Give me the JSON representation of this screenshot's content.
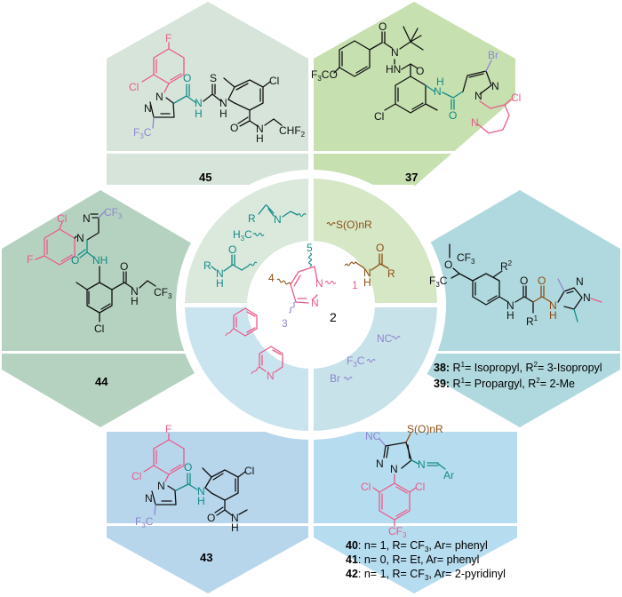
{
  "colors": {
    "hex_45": "#d6e4da",
    "hex_37": "#c6e0b0",
    "hex_44": "#b5d2c0",
    "hex_38": "#b0d9df",
    "hex_43": "#b7d6ec",
    "hex_40": "#b6dcef",
    "sector_top_left": "#dbe9dd",
    "sector_top_right": "#d6e7c6",
    "sector_bottom_left": "#c9e4ef",
    "sector_bottom_right": "#c8e2ea",
    "pink": "#ea5a89",
    "teal": "#138a87",
    "brown": "#8a4d12",
    "violet": "#8e86cf",
    "black": "#111111"
  },
  "compounds": {
    "c45": {
      "id": "45",
      "atoms": {
        "F": "F",
        "Cl_ring": "Cl",
        "N1": "N",
        "N2": "N",
        "CF3": "F",
        "CF3_sub": "3",
        "CF3_C": "C",
        "O": "O",
        "NH1": "N",
        "H1": "H",
        "S": "S",
        "NH2": "N",
        "H2": "H",
        "Cl": "Cl",
        "O2": "O",
        "NH3": "N",
        "H3": "H",
        "CHF": "CHF",
        "CHF_sub": "2"
      }
    },
    "c37": {
      "id": "37",
      "atoms": {
        "O_top": "O",
        "N_a": "N",
        "HN": "HN",
        "O_mid": "O",
        "F3CO_F": "F",
        "F3CO_sub": "3",
        "F3CO_rest": "CO",
        "Cl": "Cl",
        "NH": "N",
        "H": "H",
        "O_amide": "O",
        "Br": "Br",
        "N_pz1": "N",
        "N_pz2": "N",
        "Cl_py": "Cl",
        "N_py": "N"
      }
    },
    "c44": {
      "id": "44",
      "atoms": {
        "Cl_ring": "Cl",
        "F": "F",
        "N1": "N",
        "N2": "N",
        "CF3": "CF",
        "CF3_sub": "3",
        "O": "O",
        "NH": "NH",
        "O2": "O",
        "NH2": "N",
        "H2": "H",
        "CF3b": "CF",
        "CF3b_sub": "3",
        "Cl": "Cl"
      }
    },
    "c38": {
      "ids": [
        "38",
        "39"
      ],
      "atoms": {
        "O": "O",
        "CF3": "CF",
        "CF3_sub": "3",
        "F3C_F": "F",
        "F3C_sub": "3",
        "F3C_C": "C",
        "R2": "R",
        "R2_sup": "2",
        "O1": "O",
        "O2": "O",
        "N1": "N",
        "H1": "H",
        "N2": "N",
        "H2": "H",
        "R1": "R",
        "R1_sup": "1",
        "Npz1": "N",
        "Npz2": "N"
      },
      "captions": [
        {
          "id": "38:",
          "r1": " R",
          "r1_sup": "1",
          "r1_val": "= Isopropyl, R",
          "r2_sup": "2",
          "r2_val": "= 3-Isopropyl"
        },
        {
          "id": "39:",
          "r1": " R",
          "r1_sup": "1",
          "r1_val": "= Propargyl, R",
          "r2_sup": "2",
          "r2_val": "= 2-Me"
        }
      ]
    },
    "c43": {
      "id": "43",
      "atoms": {
        "F": "F",
        "Cl_ring": "Cl",
        "N1": "N",
        "N2": "N",
        "CF3_F": "F",
        "CF3_sub": "3",
        "CF3_C": "C",
        "O": "O",
        "NH": "N",
        "H": "H",
        "Cl": "Cl",
        "O2": "O",
        "NH2": "N",
        "H2": "H"
      }
    },
    "c40": {
      "ids": [
        "40",
        "41",
        "42"
      ],
      "atoms": {
        "NC": "NC",
        "SOnR": "S(O)nR",
        "N1": "N",
        "N2": "N",
        "N_imine": "N",
        "Ar": "Ar",
        "Cl1": "Cl",
        "Cl2": "Cl",
        "CF3": "CF",
        "CF3_sub": "3"
      },
      "captions": [
        {
          "id": "40",
          "text_a": ": n= 1, R= CF",
          "sub": "3",
          "text_b": ", Ar= phenyl"
        },
        {
          "id": "41",
          "text_a": ": n= 0, R= Et, Ar= phenyl",
          "sub": "",
          "text_b": ""
        },
        {
          "id": "42",
          "text_a": ": n= 1, R= CF",
          "sub": "3",
          "text_b": ", Ar= 2-pyridinyl"
        }
      ]
    }
  },
  "center": {
    "core_id": "2",
    "positions": [
      "1",
      "3",
      "4",
      "5"
    ],
    "ring_atoms": {
      "N1": "N",
      "N2": "N"
    },
    "sector_top_left": {
      "imine_R": "R",
      "imine_N": "N",
      "methyl_H": "H",
      "methyl_sub": "3",
      "methyl_C": "C",
      "amide_R": "R",
      "amide_N": "N",
      "amide_H": "H",
      "amide_O": "O"
    },
    "sector_top_right": {
      "sulfinyl": "S(O)nR",
      "amide_O": "O",
      "amide_N": "N",
      "amide_H": "H",
      "amide_R": "R"
    },
    "sector_bottom_left": {
      "pyridine_N": "N"
    },
    "sector_bottom_right": {
      "nitrile": "NC",
      "cf3_F": "F",
      "cf3_sub": "3",
      "cf3_C": "C",
      "bromo": "Br"
    }
  }
}
